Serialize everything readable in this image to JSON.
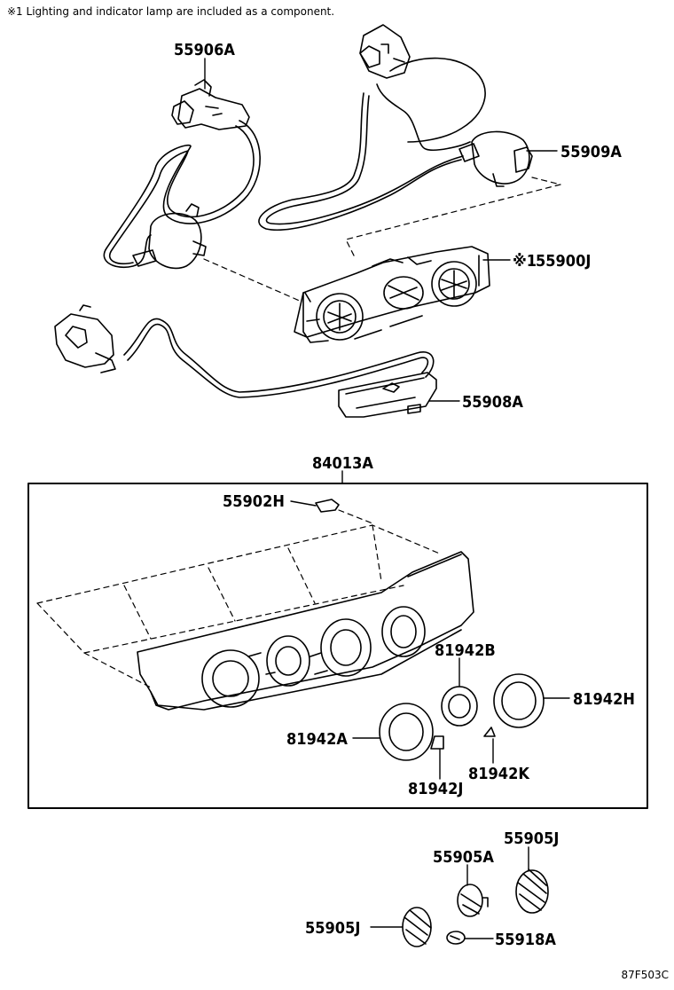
{
  "note": "※1 Lighting and indicator lamp are included as a component.",
  "diagram_code": "87F503C",
  "parts": {
    "p55906A": "55906A",
    "p55909A": "55909A",
    "p55900J_mark": "※1",
    "p55900J": "55900J",
    "p55908A": "55908A",
    "p84013A": "84013A",
    "p55902H": "55902H",
    "p81942B": "81942B",
    "p81942H": "81942H",
    "p81942A": "81942A",
    "p81942K": "81942K",
    "p81942J": "81942J",
    "p55905J_top": "55905J",
    "p55905A": "55905A",
    "p55905J_left": "55905J",
    "p55918A": "55918A"
  }
}
